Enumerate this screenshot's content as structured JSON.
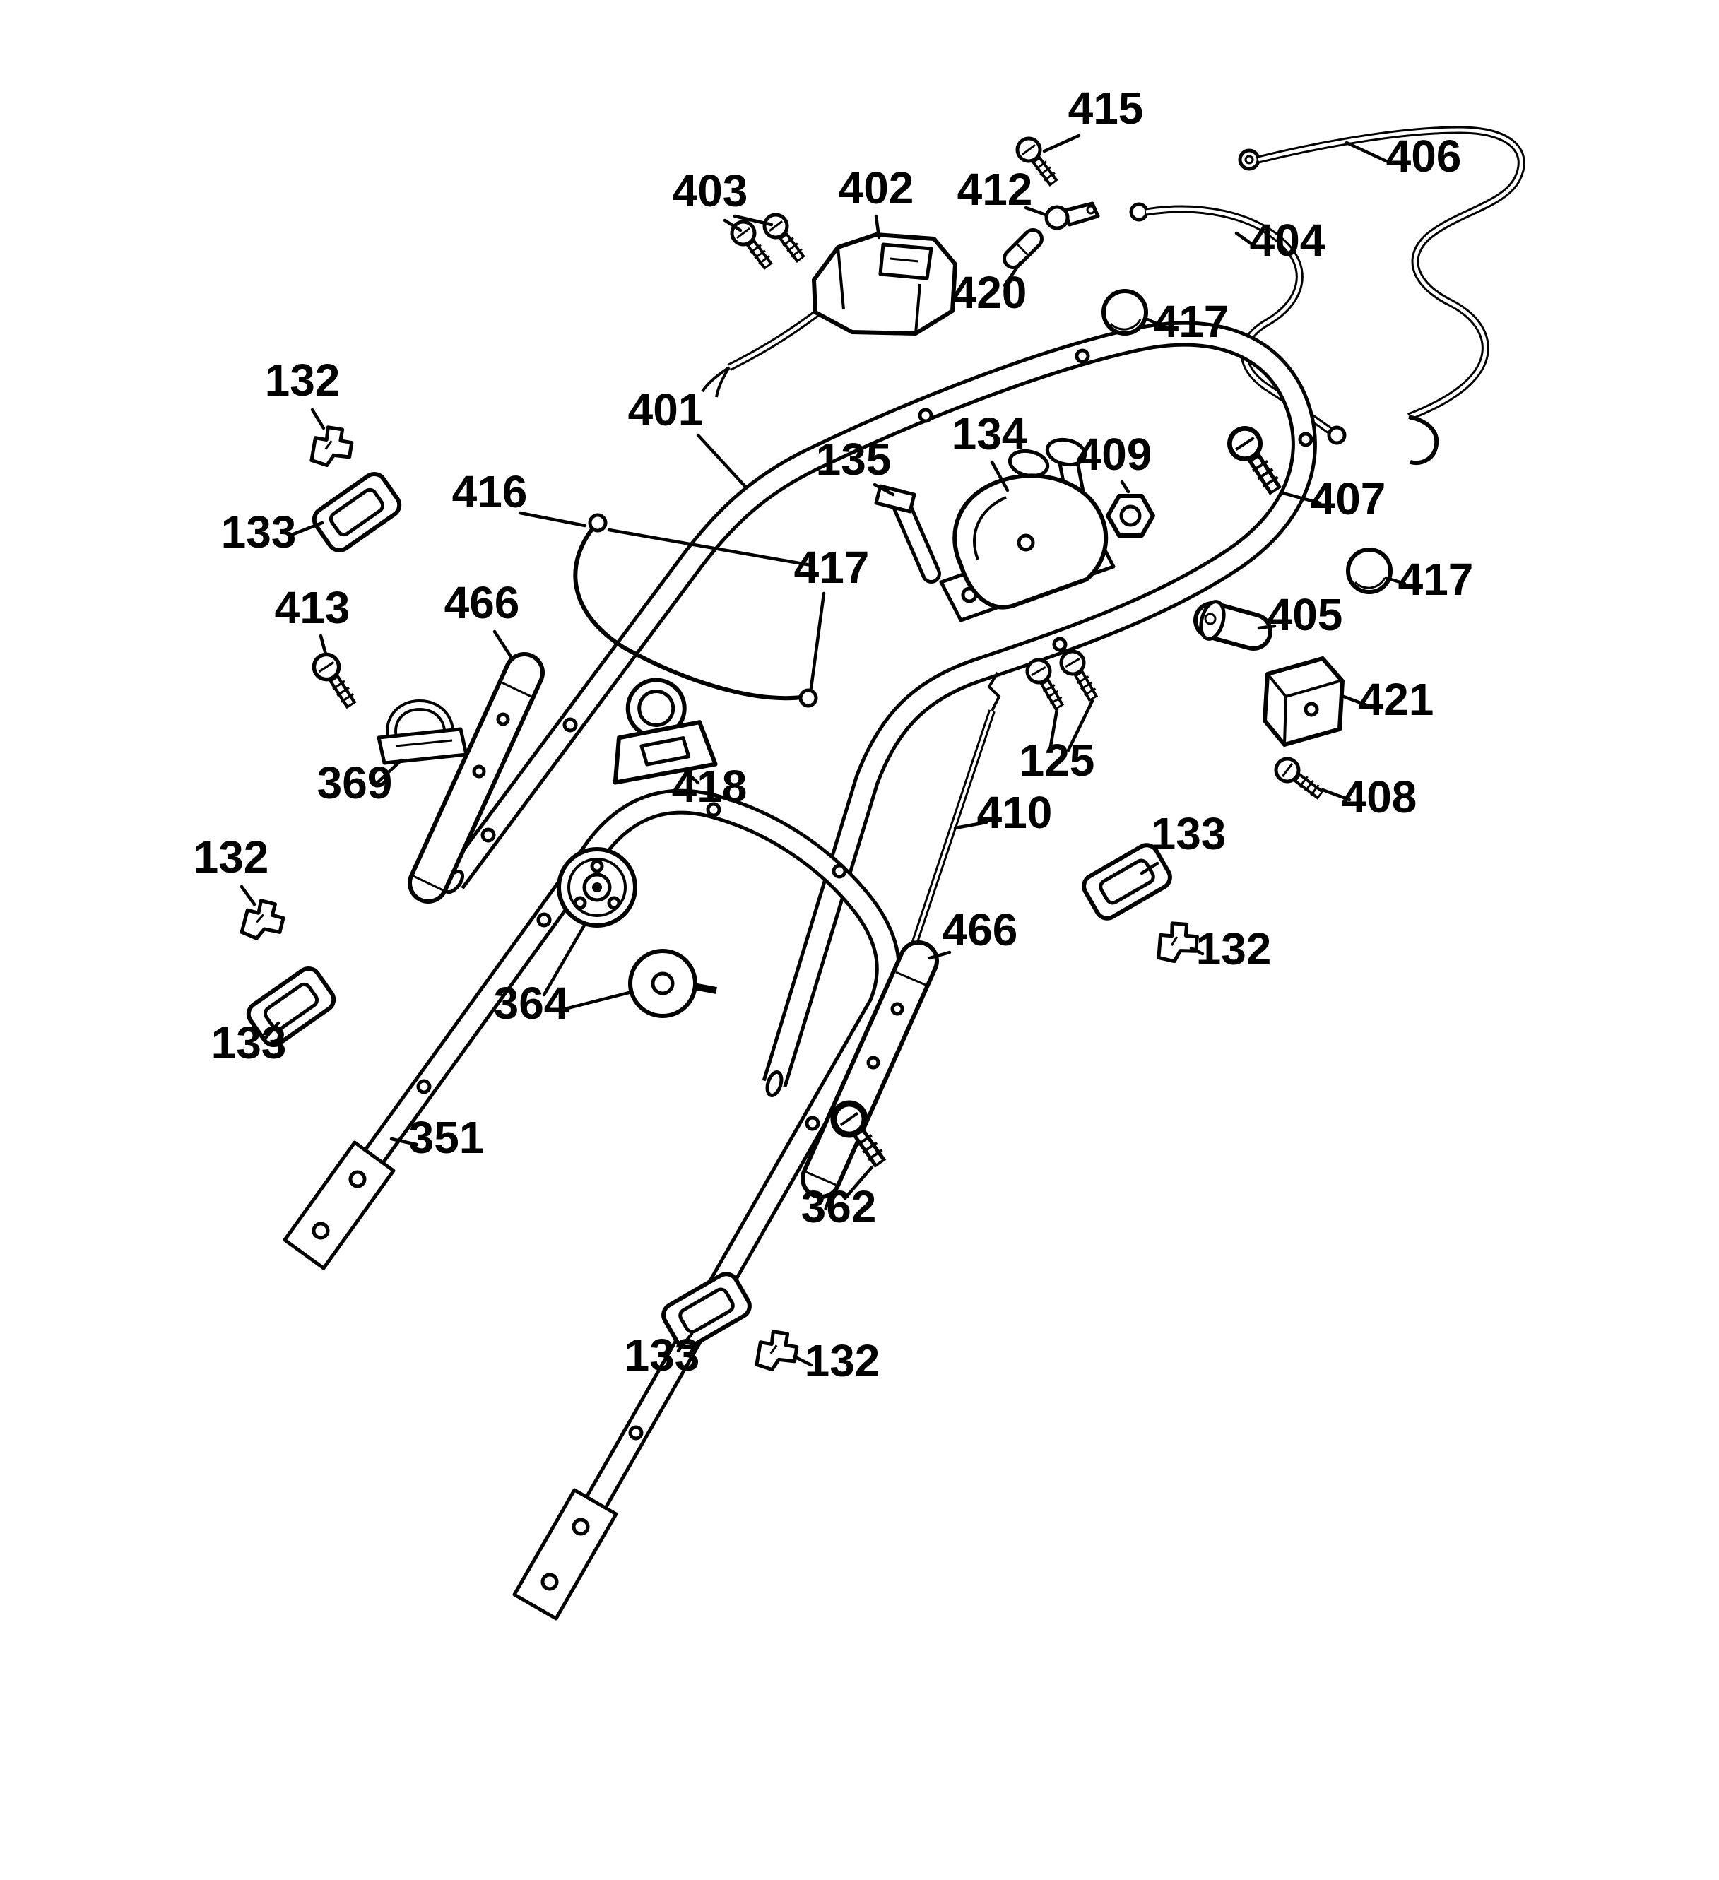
{
  "figure": {
    "kind": "exploded-parts-diagram",
    "ink_color": "#000000",
    "paper_color": "#ffffff"
  },
  "labels": [
    {
      "text": "415"
    },
    {
      "text": "406"
    },
    {
      "text": "403"
    },
    {
      "text": "402"
    },
    {
      "text": "412"
    },
    {
      "text": "420"
    },
    {
      "text": "404"
    },
    {
      "text": "417"
    },
    {
      "text": "132"
    },
    {
      "text": "401"
    },
    {
      "text": "135"
    },
    {
      "text": "134"
    },
    {
      "text": "409"
    },
    {
      "text": "416"
    },
    {
      "text": "407"
    },
    {
      "text": "133"
    },
    {
      "text": "417"
    },
    {
      "text": "417"
    },
    {
      "text": "413"
    },
    {
      "text": "466"
    },
    {
      "text": "405"
    },
    {
      "text": "421"
    },
    {
      "text": "369"
    },
    {
      "text": "418"
    },
    {
      "text": "125"
    },
    {
      "text": "408"
    },
    {
      "text": "410"
    },
    {
      "text": "132"
    },
    {
      "text": "133"
    },
    {
      "text": "466"
    },
    {
      "text": "132"
    },
    {
      "text": "364"
    },
    {
      "text": "133"
    },
    {
      "text": "351"
    },
    {
      "text": "362"
    },
    {
      "text": "133"
    },
    {
      "text": "132"
    }
  ]
}
